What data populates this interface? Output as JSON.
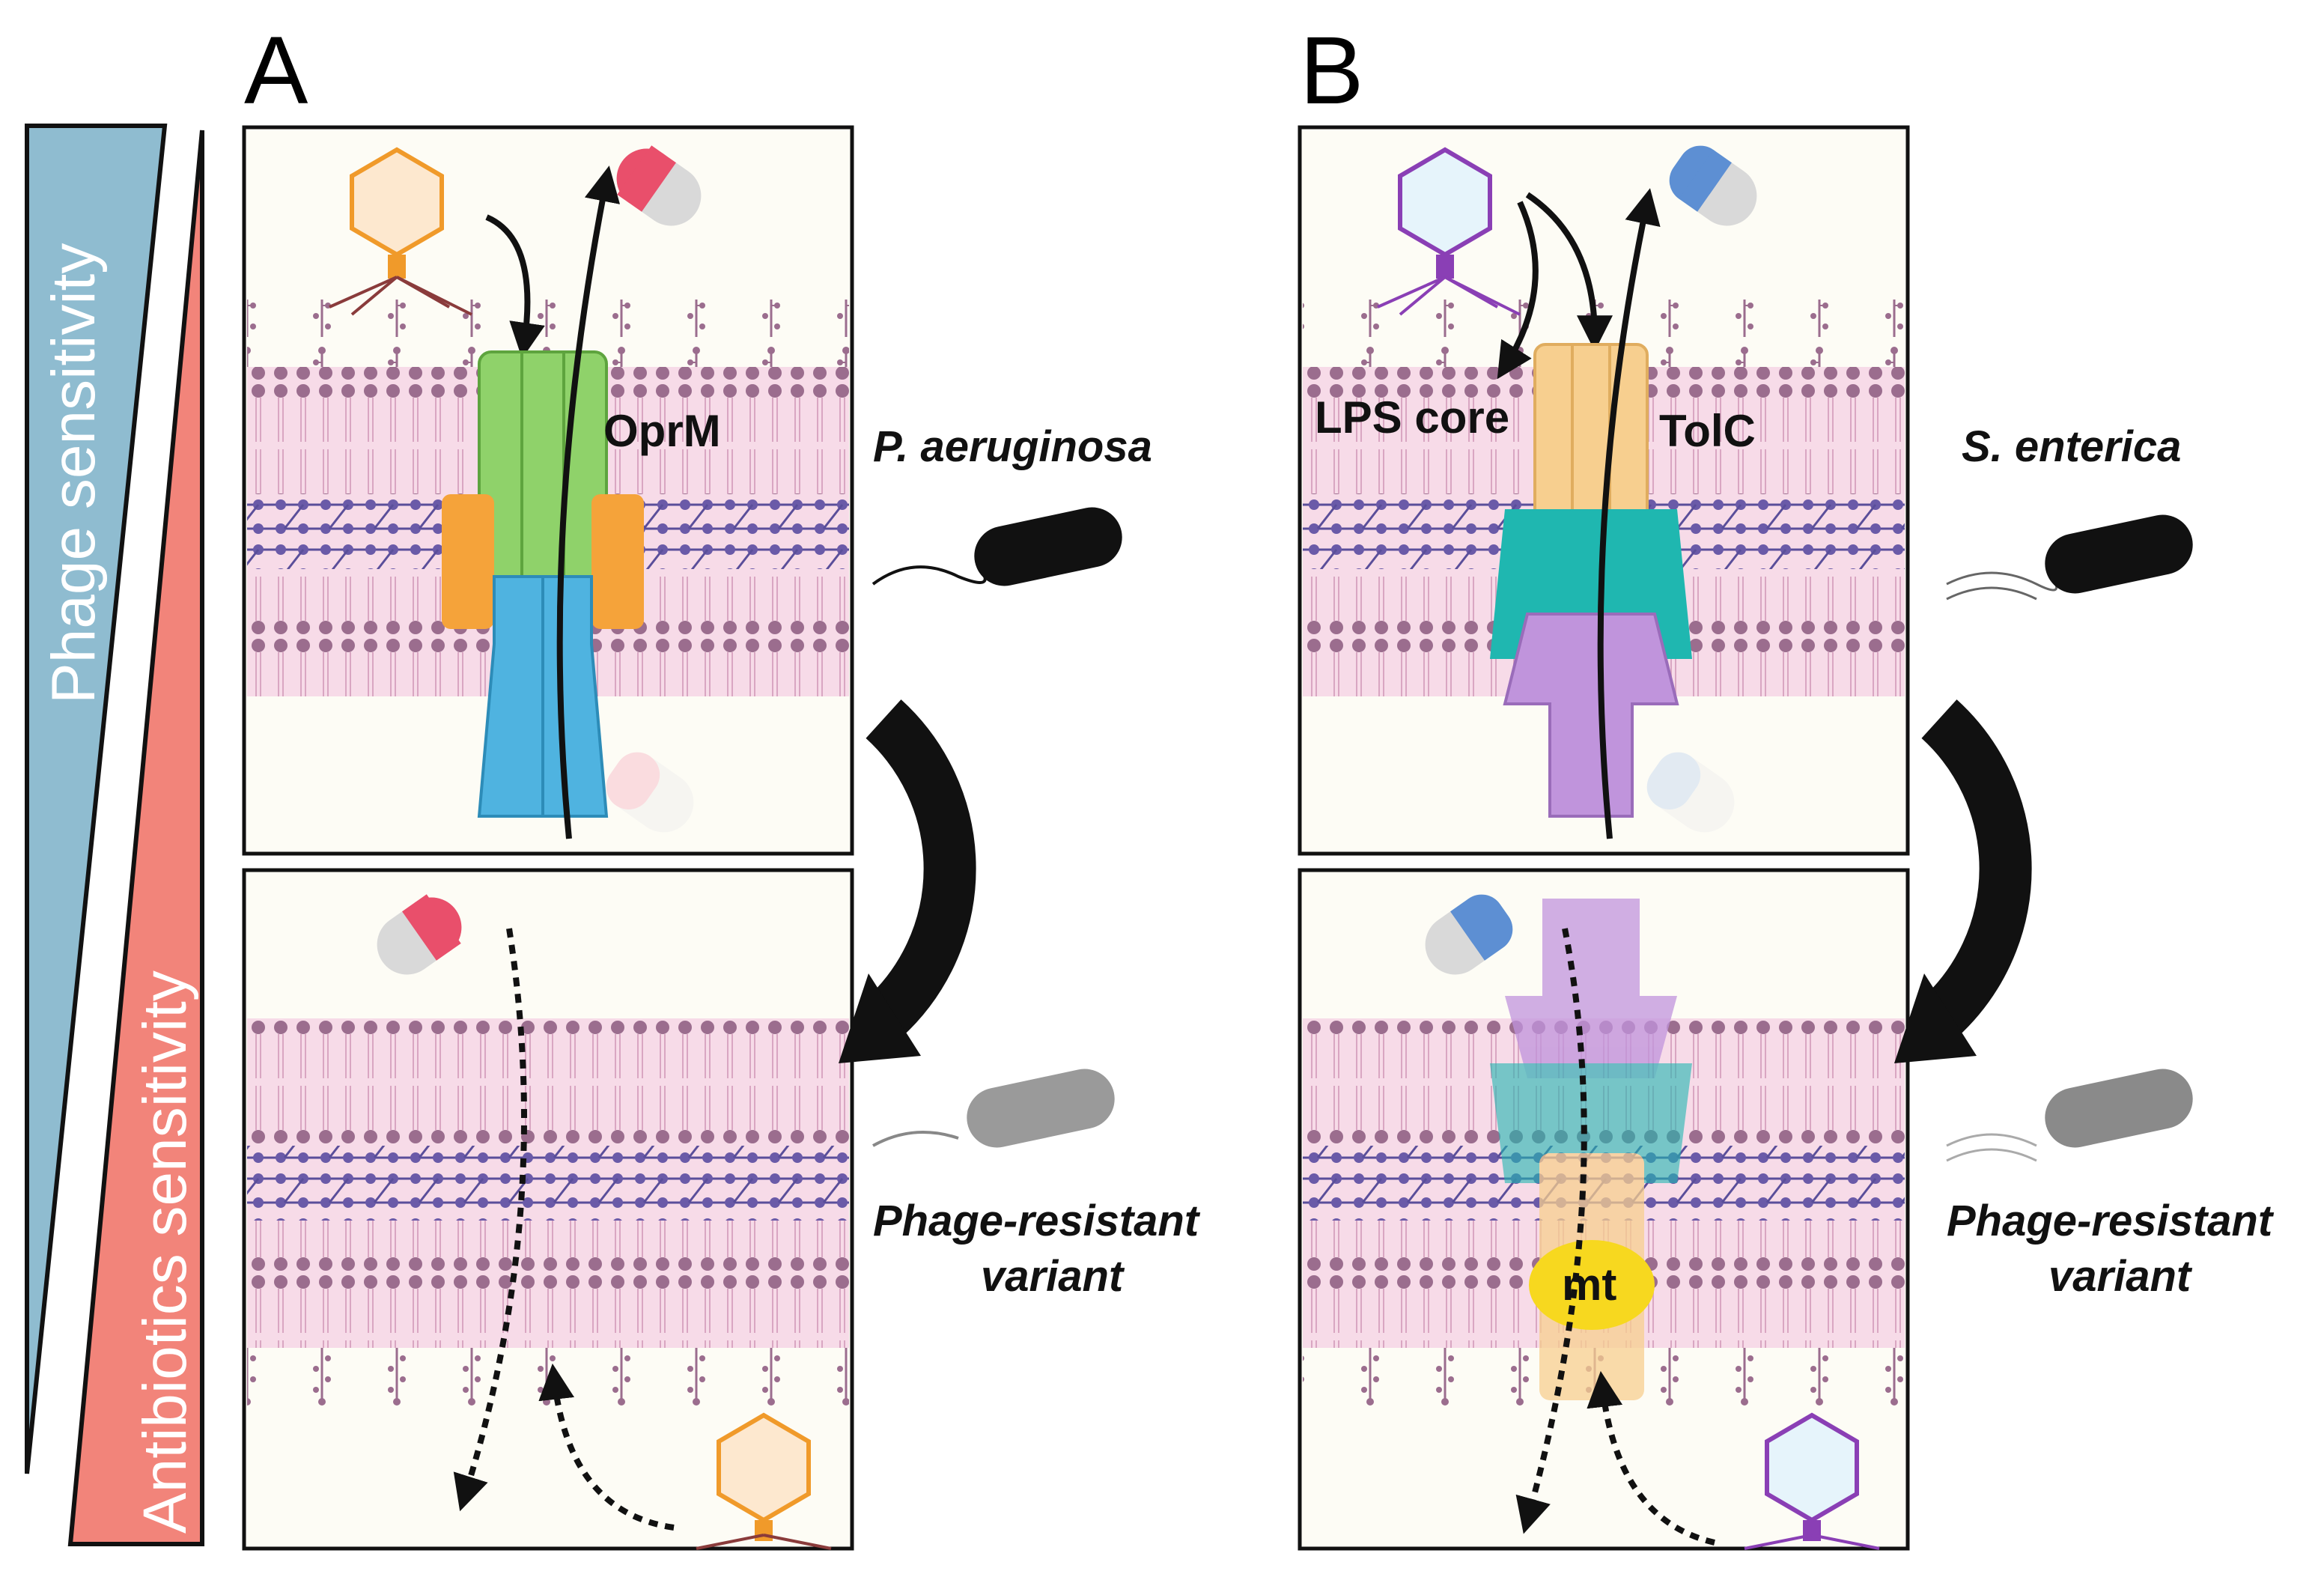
{
  "panels": {
    "a": {
      "letter": "A"
    },
    "b": {
      "letter": "B"
    }
  },
  "gradient": {
    "phage_label": "Phage sensitivity",
    "antibiotic_label": "Antibiotics sensitivity",
    "phage_color": "#8fbcd0",
    "antibiotic_color": "#f2847a"
  },
  "labels": {
    "oprm": "OprM",
    "lps_core": "LPS core",
    "tolc": "TolC",
    "mt": "mt",
    "organism_a": "P. aeruginosa",
    "organism_b": "S. enterica",
    "variant_a_line1": "Phage-resistant",
    "variant_a_line2": "variant",
    "variant_b_line1": "Phage-resistant",
    "variant_b_line2": "variant"
  },
  "colors": {
    "membrane_head": "#9b6d8e",
    "membrane_tail": "#f5d6e4",
    "peptidoglycan": "#5a4e9a",
    "panel_bg": "#fdfcf5",
    "drug_red": "#e94f6b",
    "drug_blue": "#5d8fd3",
    "phage_orange": "#f09a2a",
    "phage_purple": "#8a3fb5",
    "oprm_green": "#8fd26a",
    "oprm_orange": "#f5a33a",
    "oprm_blue": "#4fb3e0",
    "tolc_yellow": "#f7cf8f",
    "tolc_teal": "#1fb7b0",
    "tolc_purple": "#c094dc",
    "mt_yellow": "#f7d81f"
  }
}
